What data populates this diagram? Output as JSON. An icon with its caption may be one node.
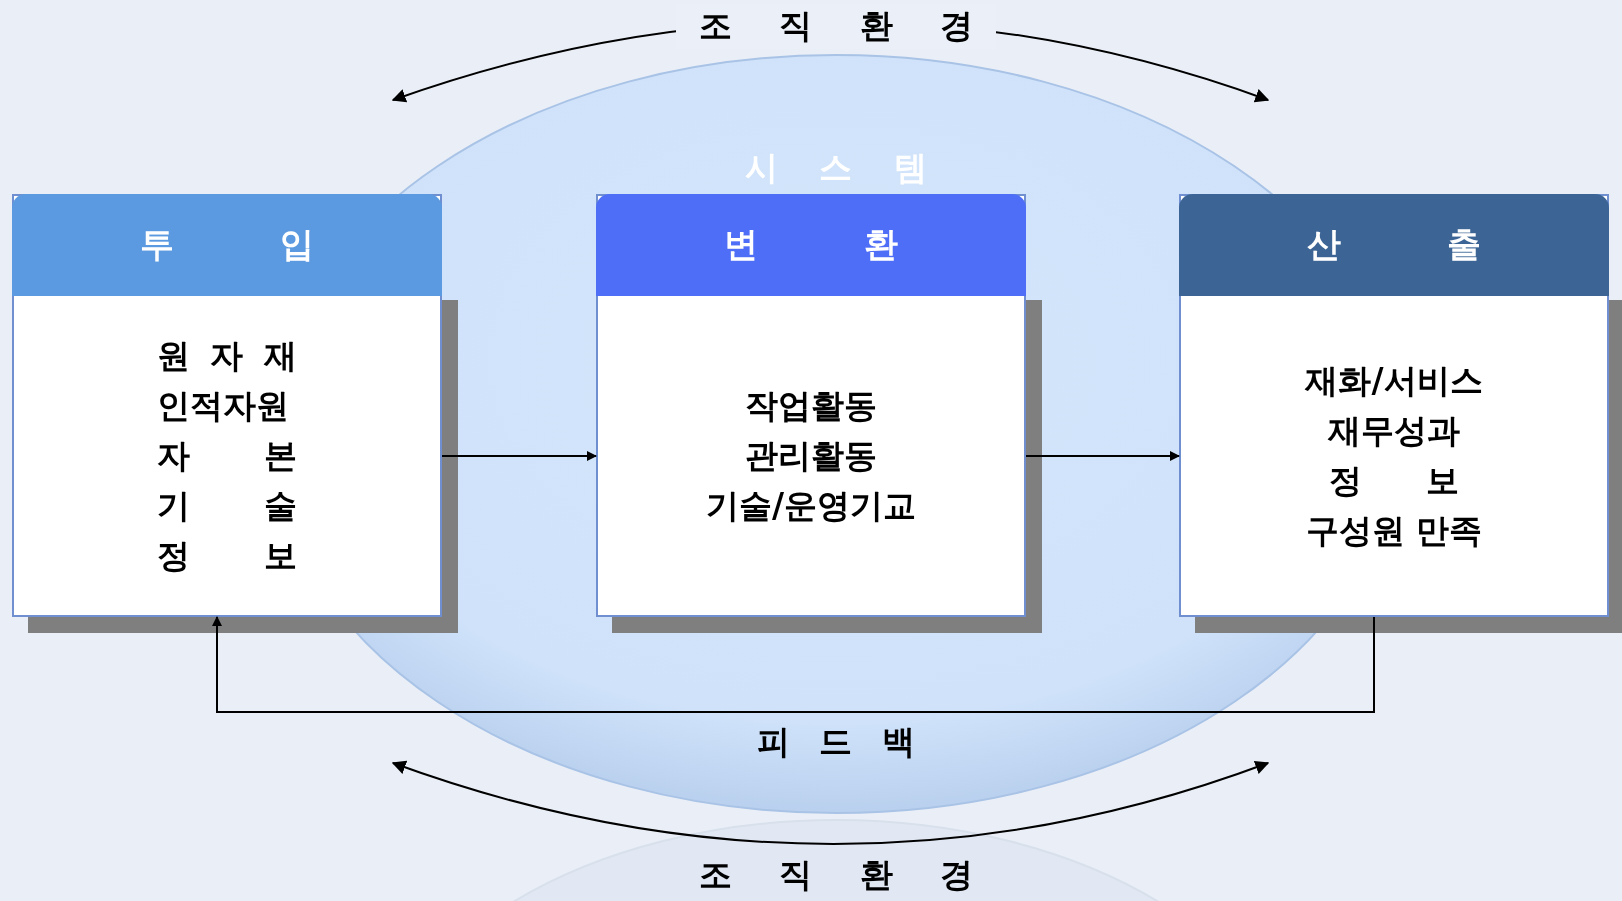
{
  "diagram": {
    "nodes": [
      {
        "text": [
          "투 입",
          "원 자 재",
          "인적자원",
          "자 본",
          "기 술",
          "정 보"
        ]
      },
      {
        "text": [
          "변 환",
          "작업활동",
          "관리활동",
          "기술/운영기교"
        ]
      },
      {
        "text": [
          "산 출",
          "재화/서비스",
          "재무성과",
          "정 보",
          "구성원 만족"
        ]
      }
    ],
    "edges": [
      {
        "from": 0,
        "to": 1,
        "arrow": "to"
      },
      {
        "from": 1,
        "to": 2,
        "arrow": "to"
      },
      {
        "from": 2,
        "to": 0,
        "arrow": "to",
        "label": "피 드 백"
      }
    ],
    "labels": [
      "조 직 환 경",
      "시 스 템",
      "조 직 환 경"
    ]
  }
}
